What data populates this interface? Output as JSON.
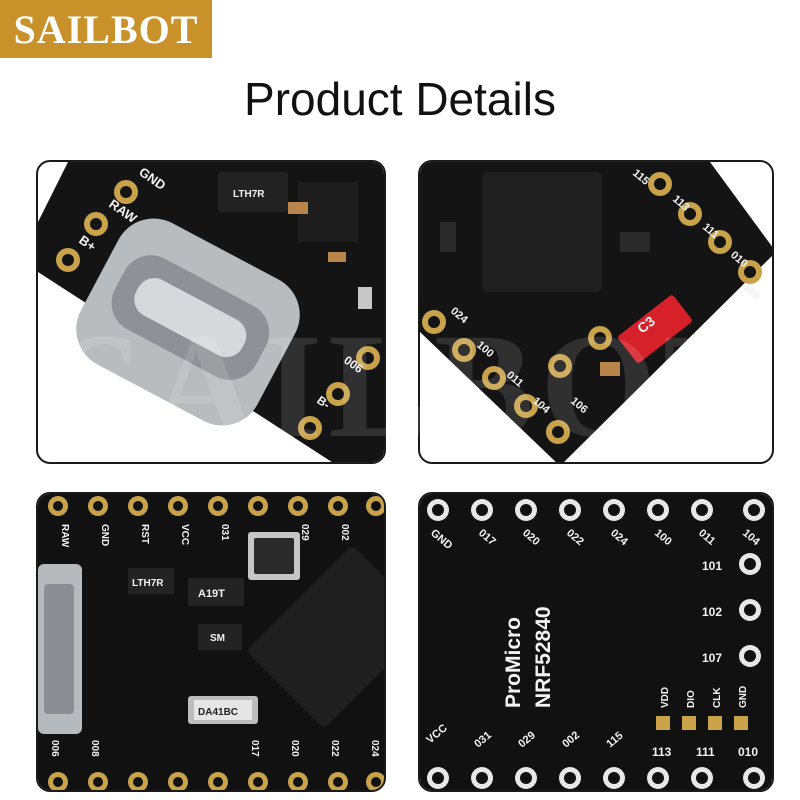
{
  "brand": {
    "logo_text": "SAILBOT"
  },
  "header": {
    "title": "Product Details"
  },
  "watermark": {
    "text": "SAILBOT"
  },
  "panel1": {
    "labels": [
      "GND",
      "RAW",
      "B+",
      "006",
      "B-",
      "LTH7R"
    ]
  },
  "panel2": {
    "labels": [
      "115",
      "113",
      "111",
      "010",
      "009",
      "024",
      "100",
      "011",
      "104",
      "106",
      "C3"
    ]
  },
  "panel3": {
    "top_labels": [
      "RAW",
      "GND",
      "RST",
      "VCC",
      "031",
      "029",
      "002"
    ],
    "bottom_labels": [
      "006",
      "008",
      "017",
      "020",
      "022",
      "024"
    ],
    "chip_labels": [
      "LTH7R",
      "A19T",
      "SM",
      "DA41BC"
    ]
  },
  "panel4": {
    "top_labels": [
      "GND",
      "017",
      "020",
      "022",
      "024",
      "100",
      "011",
      "104"
    ],
    "right_labels": [
      "101",
      "102",
      "107"
    ],
    "product_line1": "ProMicro",
    "product_line2": "NRF52840",
    "mid_labels": [
      "VDD",
      "DIO",
      "CLK",
      "GND"
    ],
    "bottom_labels": [
      "VCC",
      "031",
      "029",
      "002",
      "115",
      "113",
      "111",
      "010"
    ]
  }
}
